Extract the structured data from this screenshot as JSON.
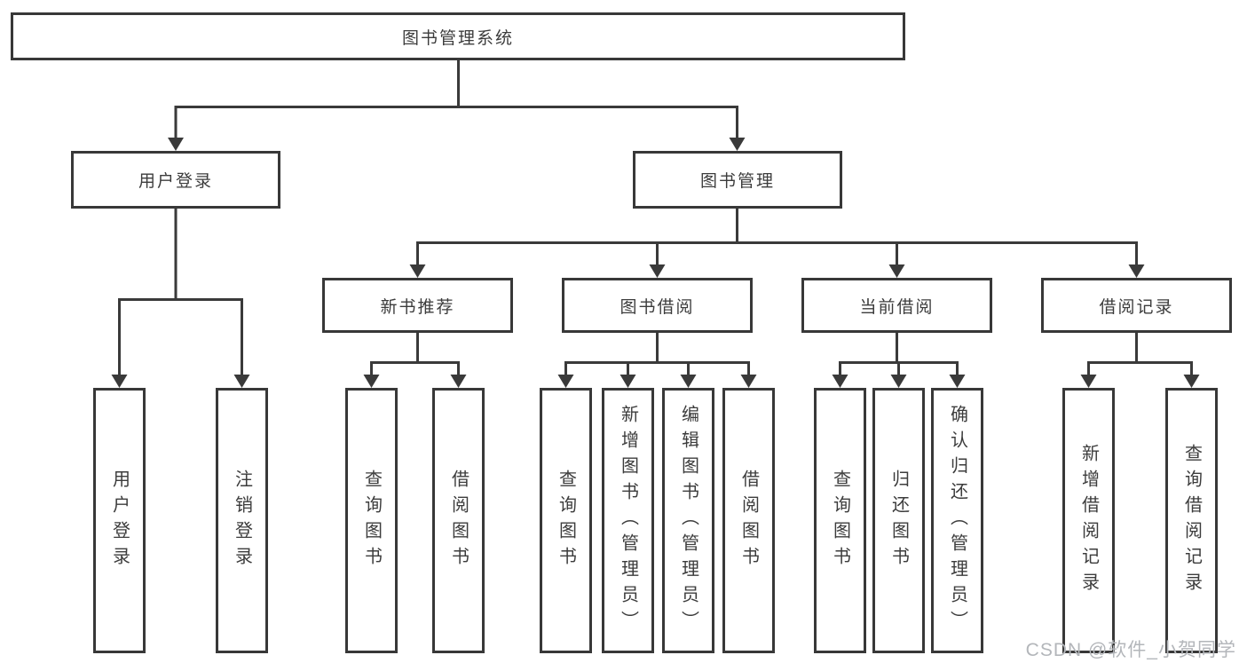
{
  "root": {
    "label": "图书管理系统"
  },
  "login_branch": {
    "label": "用户登录",
    "children": [
      {
        "label": "用户登录"
      },
      {
        "label": "注销登录"
      }
    ]
  },
  "mgmt_branch": {
    "label": "图书管理",
    "groups": [
      {
        "label": "新书推荐",
        "children": [
          {
            "label": "查询图书"
          },
          {
            "label": "借阅图书"
          }
        ]
      },
      {
        "label": "图书借阅",
        "children": [
          {
            "label": "查询图书"
          },
          {
            "label": "新增图书（管理员）"
          },
          {
            "label": "编辑图书（管理员）"
          },
          {
            "label": "借阅图书"
          }
        ]
      },
      {
        "label": "当前借阅",
        "children": [
          {
            "label": "查询图书"
          },
          {
            "label": "归还图书"
          },
          {
            "label": "确认归还（管理员）"
          }
        ]
      },
      {
        "label": "借阅记录",
        "children": [
          {
            "label": "新增借阅记录"
          },
          {
            "label": "查询借阅记录"
          }
        ]
      }
    ]
  },
  "watermark": "CSDN @软件_小贺同学",
  "colors": {
    "line": "#3a3a3a",
    "border": "#383838",
    "text": "#3c3c3c",
    "watermark": "#b3b6ba",
    "background": "#ffffff"
  }
}
